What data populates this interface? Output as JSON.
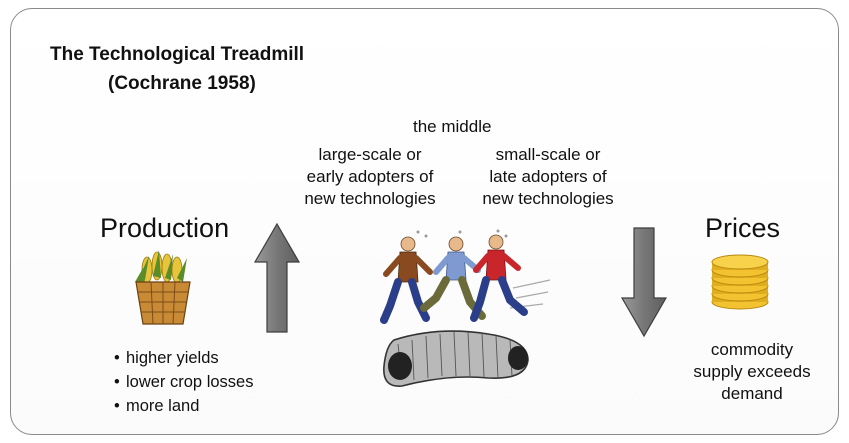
{
  "title": {
    "line1": "The Technological Treadmill",
    "line2": "(Cochrane 1958)"
  },
  "middle_label": "the middle",
  "large_scale": {
    "line1": "large-scale or",
    "line2": "early adopters of",
    "line3": "new technologies"
  },
  "small_scale": {
    "line1": "small-scale or",
    "line2": "late adopters of",
    "line3": "new technologies"
  },
  "production": {
    "label": "Production",
    "bullets": [
      "higher yields",
      "lower crop losses",
      "more land"
    ],
    "arrow": "up-arrow",
    "icon": "corn-basket-icon"
  },
  "prices": {
    "label": "Prices",
    "arrow": "down-arrow",
    "icon": "coin-stack-icon",
    "caption_lines": [
      "commodity",
      "supply exceeds",
      "demand"
    ]
  },
  "colors": {
    "border": "#8a8a8a",
    "arrow_fill": "#7f7f7f",
    "coin": "#f2c230",
    "basket": "#c98a35"
  }
}
